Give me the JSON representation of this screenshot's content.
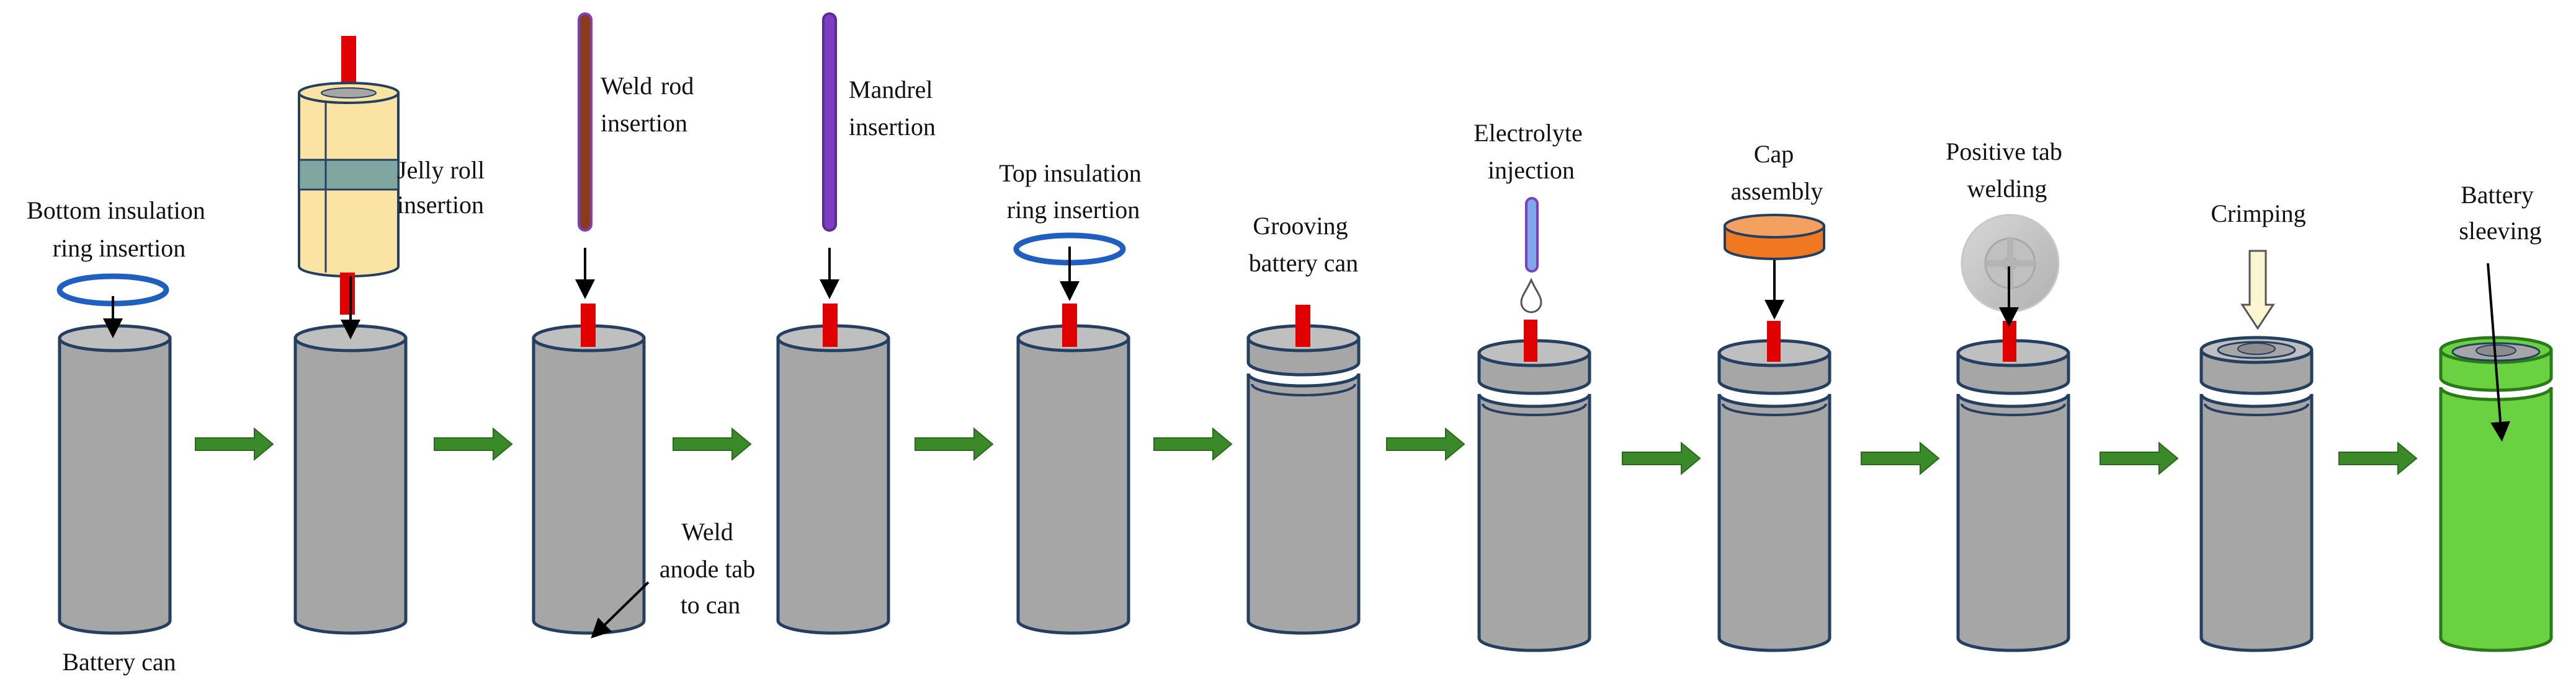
{
  "labels": {
    "bottom_ring_1": "Bottom insulation",
    "bottom_ring_2": "ring insertion",
    "battery_can": "Battery can",
    "jelly_roll_1": "Jelly roll",
    "jelly_roll_2": "insertion",
    "weld_rod_1": "Weld",
    "weld_rod_2": "rod",
    "weld_rod_3": "insertion",
    "weld_anode_1": "Weld",
    "weld_anode_2": "anode tab",
    "weld_anode_3": "to can",
    "mandrel_1": "Mandrel",
    "mandrel_2": "insertion",
    "top_ring_1": "Top insulation",
    "top_ring_2": "ring insertion",
    "grooving_1": "Grooving",
    "grooving_2": "battery can",
    "electrolyte_1": "Electrolyte",
    "electrolyte_2": "injection",
    "cap_1": "Cap",
    "cap_2": "assembly",
    "positive_tab_1": "Positive tab",
    "positive_tab_2": "welding",
    "crimping": "Crimping",
    "sleeving_1": "Battery",
    "sleeving_2": "sleeving"
  },
  "colors": {
    "can_fill": "#a6a6a6",
    "can_top": "#bfbfbf",
    "can_stroke": "#243f60",
    "tab_red": "#e00000",
    "flow_arrow": "#3a8a2a",
    "ring_blue": "#1f5fbf",
    "jelly_fill": "#fbe3a4",
    "jelly_band": "#7fa6a0",
    "weld_rod": "#8b3a1a",
    "mandrel": "#7b3fbf",
    "cap_orange": "#f07820",
    "sleeve_green": "#6ad240"
  },
  "icons": [
    "flow-arrow-icon",
    "down-arrow-icon",
    "insulation-ring-icon",
    "electrolyte-dropper-icon",
    "droplet-icon",
    "welding-disc-icon",
    "crimp-press-arrow-icon"
  ]
}
